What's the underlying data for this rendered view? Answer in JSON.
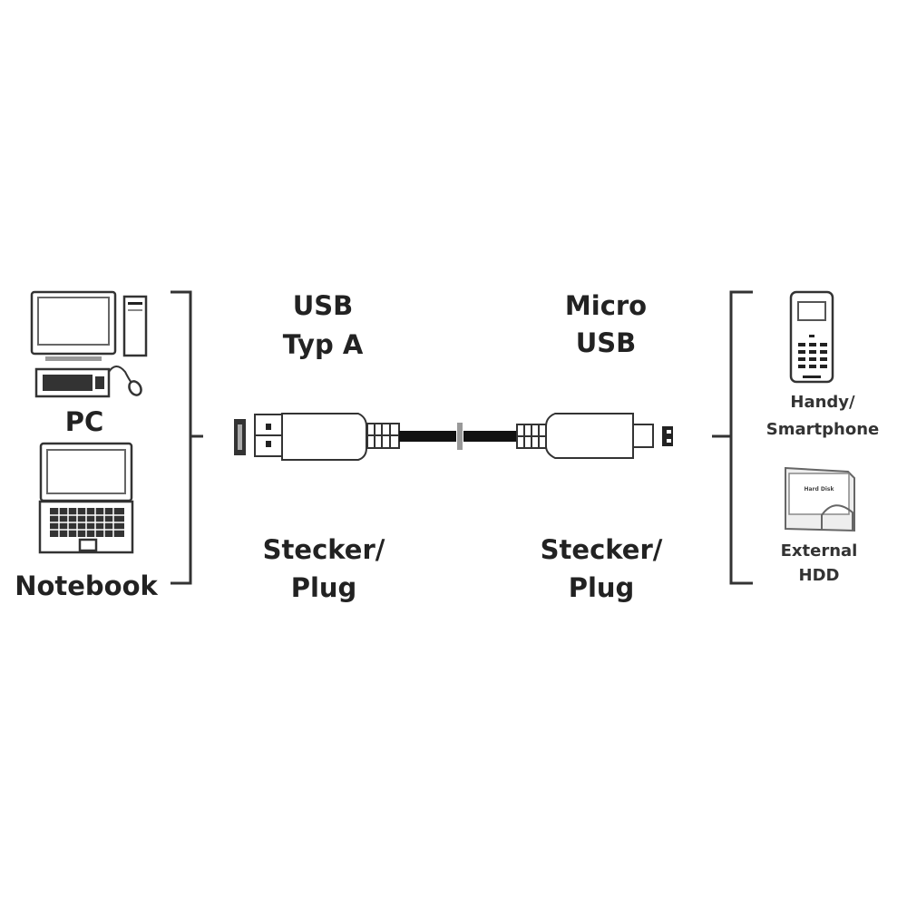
{
  "left_devices": {
    "pc": "PC",
    "notebook": "Notebook"
  },
  "connector_a": {
    "line1": "USB",
    "line2": "Typ A",
    "type_line1": "Stecker/",
    "type_line2": "Plug"
  },
  "connector_b": {
    "line1": "Micro",
    "line2": "USB",
    "type_line1": "Stecker/",
    "type_line2": "Plug"
  },
  "right_devices": {
    "phone_line1": "Handy/",
    "phone_line2": "Smartphone",
    "hdd_line1": "External",
    "hdd_line2": "HDD",
    "hdd_logo": "Hard Disk"
  },
  "colors": {
    "line": "#333333",
    "background": "#ffffff"
  }
}
